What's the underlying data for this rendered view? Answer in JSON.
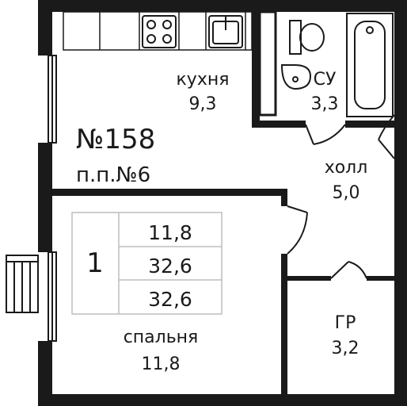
{
  "apartment": {
    "number": "№158",
    "floor_plan": "п.п.№6"
  },
  "summary": {
    "rooms": "1",
    "living_area": "11,8",
    "total_area": "32,6",
    "area_with_balcony": "32,6"
  },
  "rooms": {
    "kitchen": {
      "name": "кухня",
      "area": "9,3"
    },
    "bathroom": {
      "name": "СУ",
      "area": "3,3"
    },
    "hall": {
      "name": "холл",
      "area": "5,0"
    },
    "wardrobe": {
      "name": "ГР",
      "area": "3,2"
    },
    "bedroom": {
      "name": "спальня",
      "area": "11,8"
    }
  },
  "colors": {
    "wall": "#1a1a1a",
    "fill": "#ffffff"
  }
}
